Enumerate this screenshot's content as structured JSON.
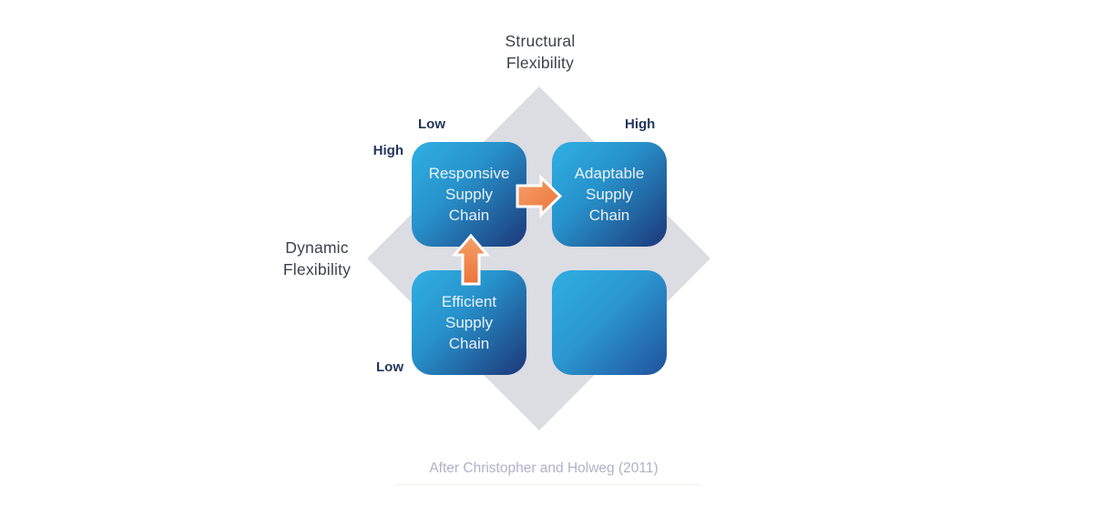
{
  "structural_axis": {
    "title_line1": "Structural",
    "title_line2": "Flexibility",
    "low_label": "Low",
    "high_label": "High"
  },
  "dynamic_axis": {
    "title_line1": "Dynamic",
    "title_line2": "Flexibility",
    "high_label": "High",
    "low_label": "Low"
  },
  "quadrants": {
    "responsive": {
      "lines": [
        "Responsive",
        "Supply",
        "Chain"
      ]
    },
    "adaptable": {
      "lines": [
        "Adaptable",
        "Supply",
        "Chain"
      ]
    },
    "efficient": {
      "lines": [
        "Efficient",
        "Supply",
        "Chain"
      ]
    },
    "empty": {
      "lines": []
    }
  },
  "caption": "After Christopher and Holweg (2011)",
  "colors": {
    "box_gradient_start": "#2EAADF",
    "box_gradient_end": "#1D3E7E",
    "empty_box_gradient_end": "#2157A0",
    "diamond": "#DBDDE3",
    "arrow_gradient_start": "#F5A06B",
    "arrow_gradient_end": "#EC7439",
    "arrow_outline": "#FFFFFF",
    "axis_label_text": "#24365E",
    "axis_title_text": "#3C414B",
    "box_text": "#EAF2FB",
    "caption_text": "#AEB2C6"
  }
}
